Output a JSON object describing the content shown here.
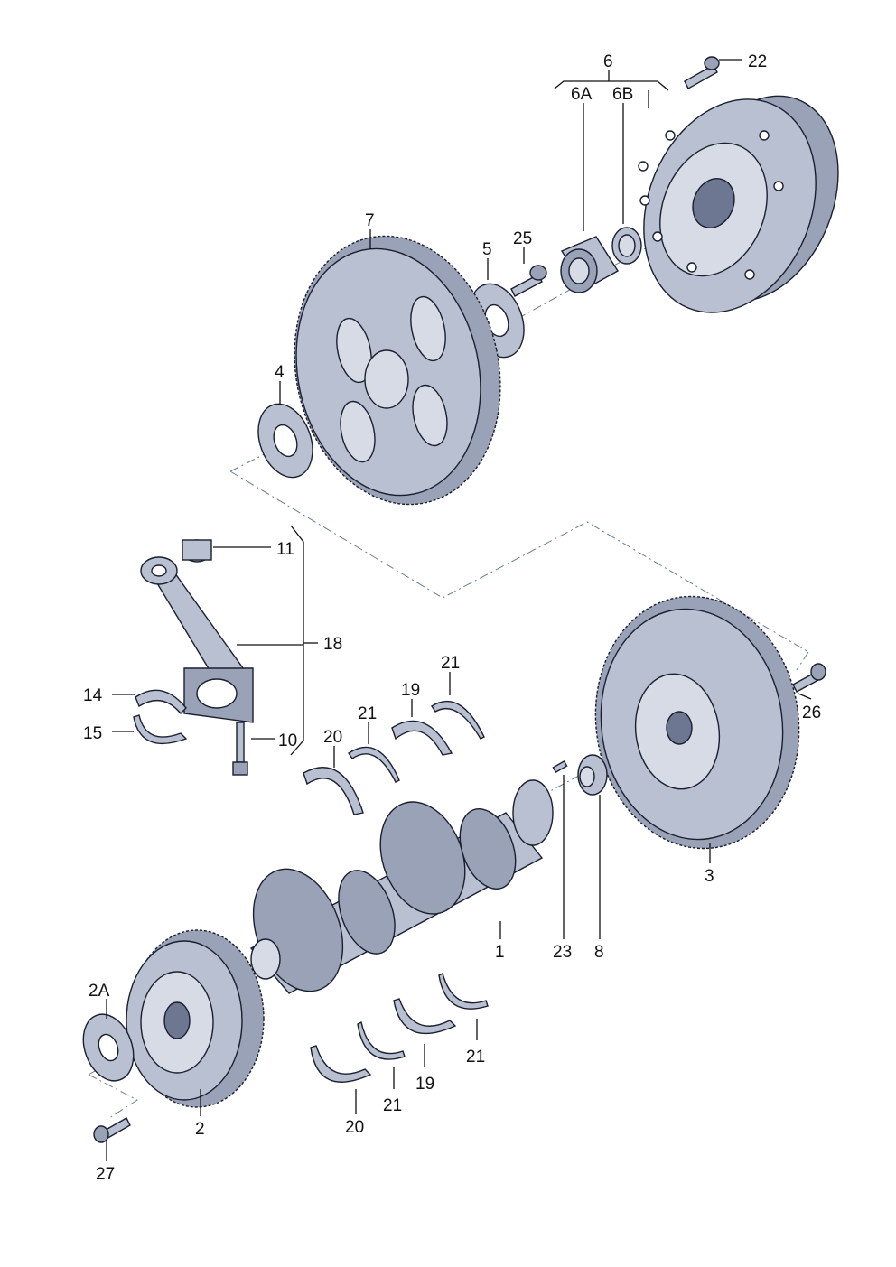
{
  "labels": {
    "l1": "1",
    "l2": "2",
    "l2A": "2A",
    "l3": "3",
    "l4": "4",
    "l5": "5",
    "l6": "6",
    "l6A": "6A",
    "l6B": "6B",
    "l7": "7",
    "l8": "8",
    "l10": "10",
    "l11": "11",
    "l14": "14",
    "l15": "15",
    "l18": "18",
    "l19a": "19",
    "l19b": "19",
    "l20a": "20",
    "l20b": "20",
    "l21a": "21",
    "l21b": "21",
    "l21c": "21",
    "l21d": "21",
    "l22": "22",
    "l23": "23",
    "l25": "25",
    "l26": "26",
    "l27": "27"
  },
  "colors": {
    "metal": "#b9c0d2",
    "outline": "#1a1f2e",
    "axis": "#6d7c8c"
  }
}
